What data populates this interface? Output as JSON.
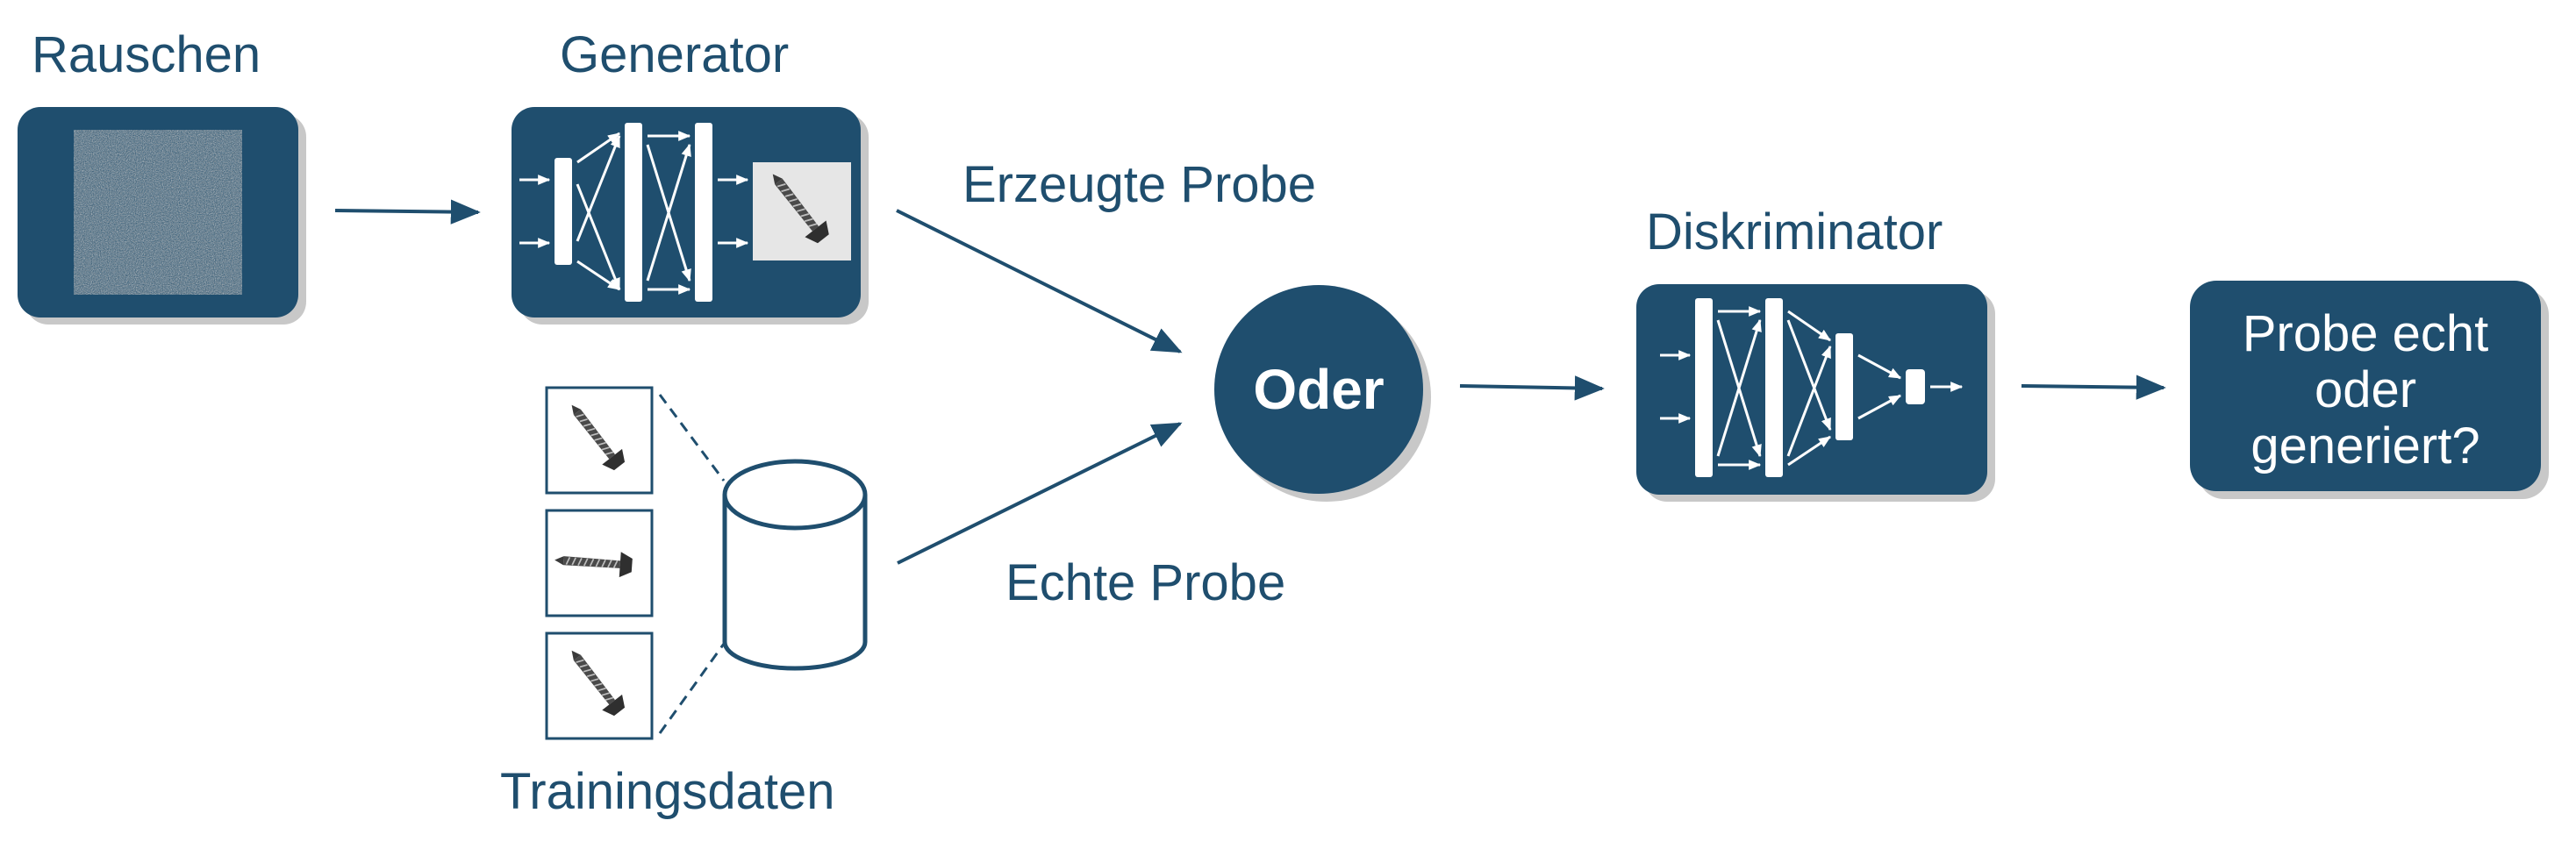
{
  "labels": {
    "noise": "Rauschen",
    "generator": "Generator",
    "generated_sample": "Erzeugte Probe",
    "real_sample": "Echte Probe",
    "training_data": "Trainingsdaten",
    "or": "Oder",
    "discriminator": "Diskriminator",
    "output_line1": "Probe echt",
    "output_line2": "oder",
    "output_line3": "generiert?"
  },
  "colors": {
    "box": "#1f4e6e",
    "text": "#1f4e6e",
    "shadow": "#c8c8c8",
    "accent_white": "#ffffff"
  },
  "icons": {
    "noise": "noise-texture-icon",
    "generator_net": "neural-network-icon",
    "discriminator_net": "neural-network-icon",
    "screw": "screw-icon",
    "database": "database-cylinder-icon"
  }
}
